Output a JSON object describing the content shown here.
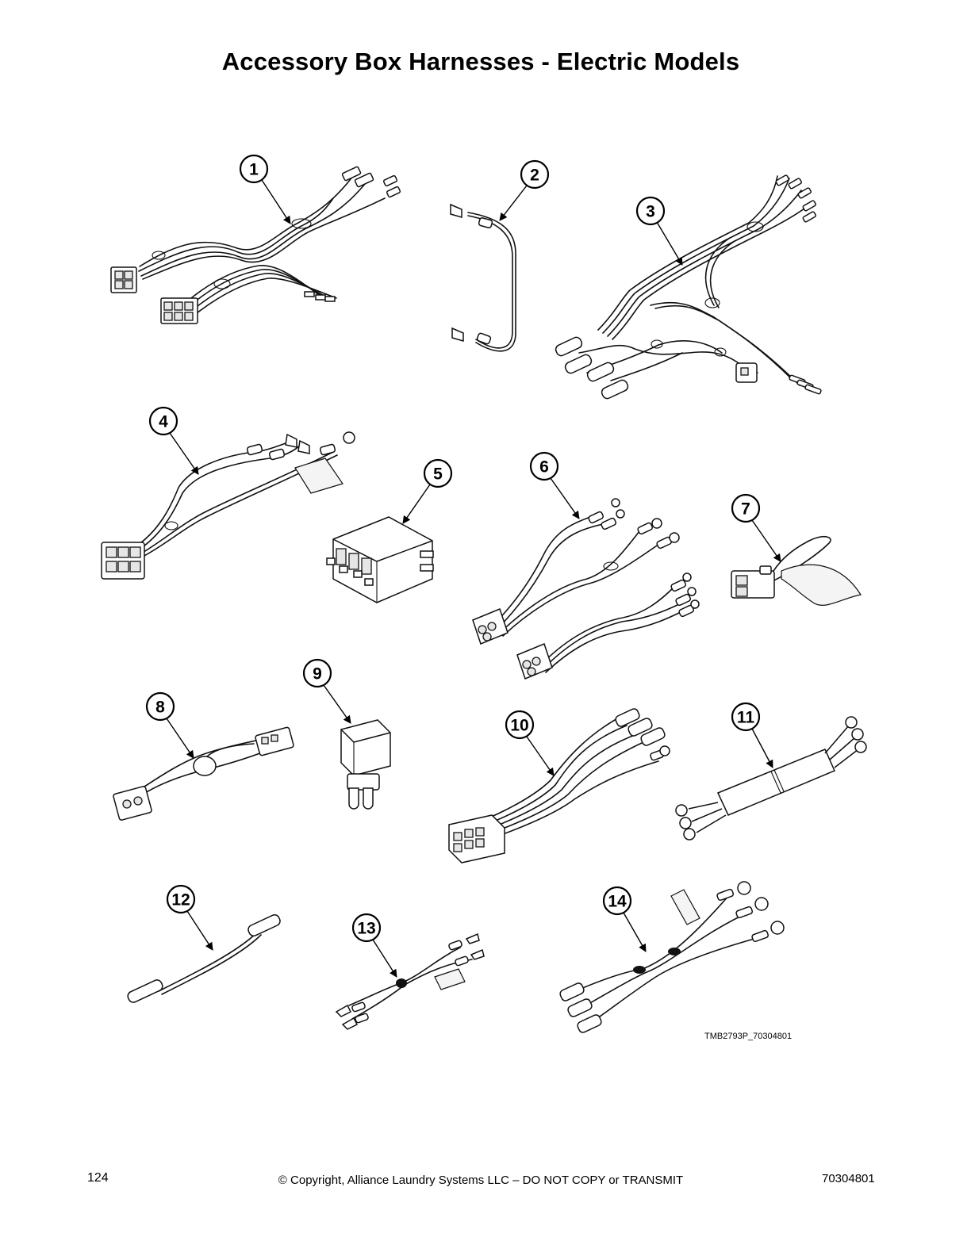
{
  "title": "Accessory Box Harnesses - Electric Models",
  "callouts": [
    "1",
    "2",
    "3",
    "4",
    "5",
    "6",
    "7",
    "8",
    "9",
    "10",
    "11",
    "12",
    "13",
    "14"
  ],
  "figure_reference": "TMB2793P_70304801",
  "footer": {
    "page_number": "124",
    "copyright": "© Copyright, Alliance Laundry Systems LLC – DO NOT COPY or TRANSMIT",
    "document_number": "70304801"
  }
}
